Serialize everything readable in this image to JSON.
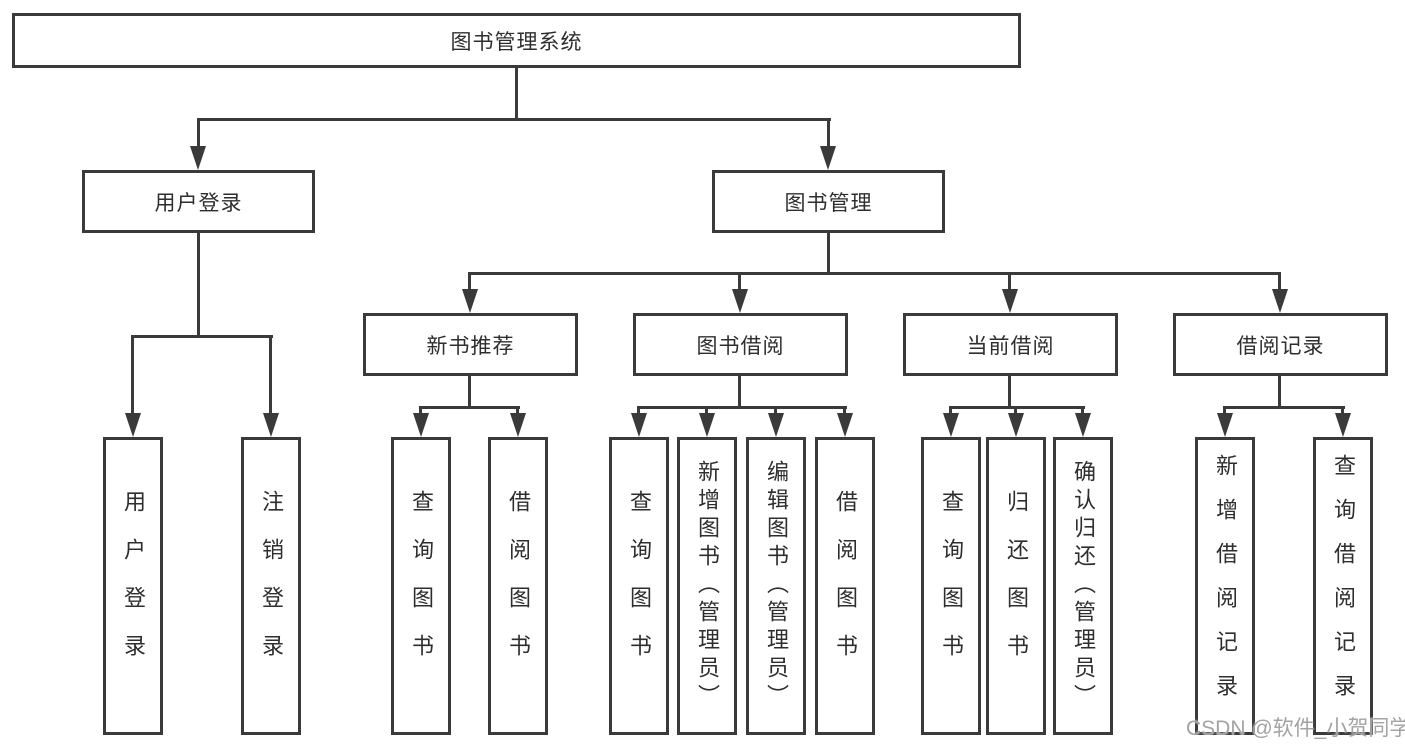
{
  "tree": {
    "root": {
      "label": "图书管理系统"
    },
    "level2": [
      {
        "label": "用户登录",
        "children": [
          "用户登录",
          "注销登录"
        ]
      },
      {
        "label": "图书管理"
      }
    ],
    "level3": [
      {
        "label": "新书推荐",
        "children": [
          "查询图书",
          "借阅图书"
        ]
      },
      {
        "label": "图书借阅",
        "children": [
          "查询图书",
          "新增图书（管理员）",
          "编辑图书（管理员）",
          "借阅图书"
        ]
      },
      {
        "label": "当前借阅",
        "children": [
          "查询图书",
          "归还图书",
          "确认归还（管理员）"
        ]
      },
      {
        "label": "借阅记录",
        "children": [
          "新增借阅记录",
          "查询借阅记录"
        ]
      }
    ]
  },
  "watermark": "CSDN @软件_小贺同学",
  "colors": {
    "line": "#3a3a3a",
    "text": "#2e2e2e",
    "watermark": "#a3a3a3",
    "background": "#ffffff"
  }
}
